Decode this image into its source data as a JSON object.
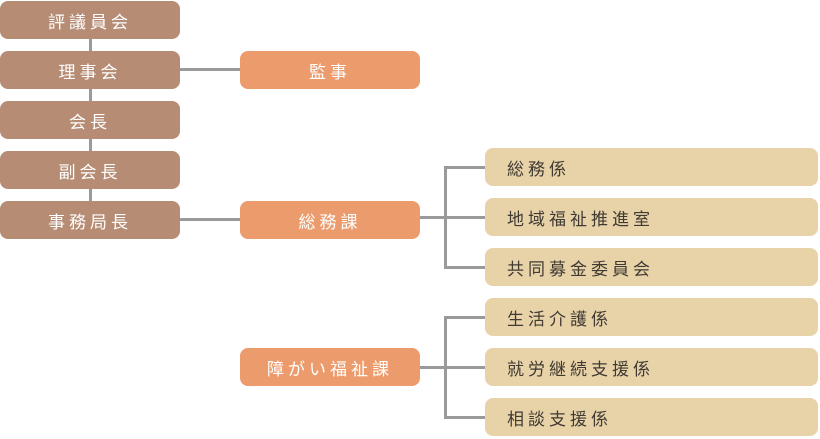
{
  "org": {
    "left_nodes": [
      {
        "label": "評議員会"
      },
      {
        "label": "理事会"
      },
      {
        "label": "会長"
      },
      {
        "label": "副会長"
      },
      {
        "label": "事務局長"
      }
    ],
    "mid_nodes": [
      {
        "label": "監事"
      },
      {
        "label": "総務課"
      },
      {
        "label": "障がい福祉課"
      }
    ],
    "somuka_children": [
      {
        "label": "総務係"
      },
      {
        "label": "地域福祉推進室"
      },
      {
        "label": "共同募金委員会"
      }
    ],
    "fukushika_children": [
      {
        "label": "生活介護係"
      },
      {
        "label": "就労継続支援係"
      },
      {
        "label": "相談支援係"
      }
    ],
    "colors": {
      "left_box": "#b68d74",
      "mid_box": "#ec9b6c",
      "right_box": "#e8d3a9",
      "connector": "#9a9a9a",
      "box_text": "#ffffff",
      "right_text": "#403a32"
    }
  }
}
